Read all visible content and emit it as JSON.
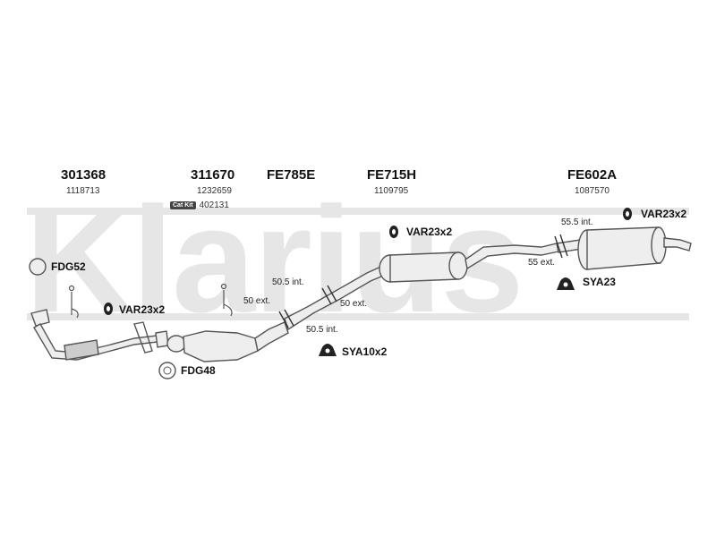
{
  "watermark": {
    "brand": "Klarius"
  },
  "sections": [
    {
      "part_number": "301368",
      "oem_number": "1118713"
    },
    {
      "part_number": "311670",
      "oem_number": "1232659",
      "kit_badge": "Cat Kit",
      "kit_number": "402131"
    },
    {
      "part_number": "FE785E"
    },
    {
      "part_number": "FE715H",
      "oem_number": "1109795"
    },
    {
      "part_number": "FE602A",
      "oem_number": "1087570"
    }
  ],
  "dimensions": {
    "d1": "50.5 int.",
    "d2": "50 ext.",
    "d3": "50 ext.",
    "d4": "50.5 int.",
    "d5": "55.5 int.",
    "d6": "55 ext."
  },
  "accessories": {
    "fdg52": "FDG52",
    "var23_front": "VAR23x2",
    "fdg48": "FDG48",
    "var23_mid": "VAR23x2",
    "sya10": "SYA10x2",
    "var23_rear": "VAR23x2",
    "sya23": "SYA23"
  },
  "colors": {
    "pipe": "#555555",
    "pipe_fill": "#eeeeee",
    "watermark": "#e6e6e6"
  }
}
